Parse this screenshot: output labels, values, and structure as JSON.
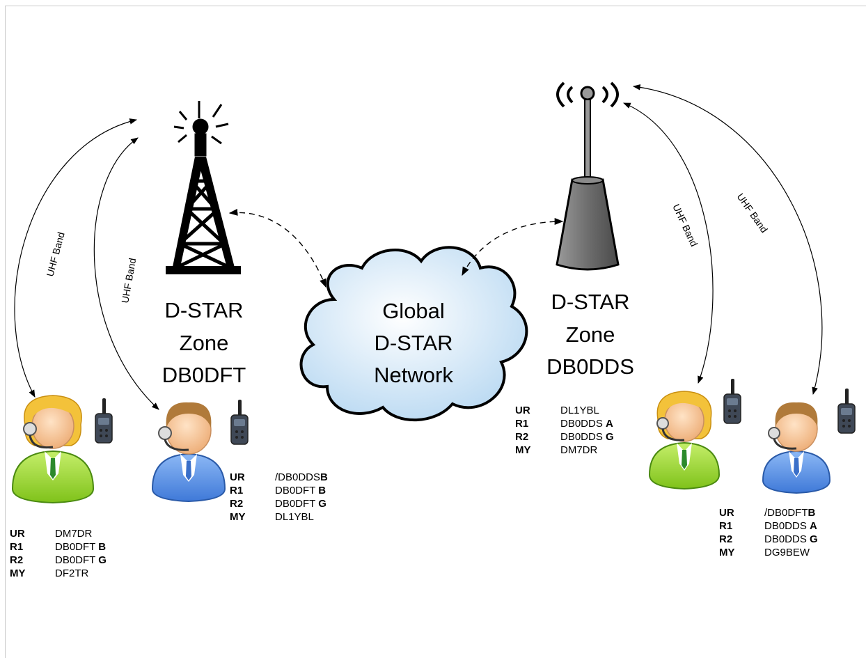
{
  "towers": [
    {
      "line1": "D-STAR",
      "line2": "Zone",
      "line3": "DB0DFT"
    },
    {
      "line1": "D-STAR",
      "line2": "Zone",
      "line3": "DB0DDS"
    }
  ],
  "network": {
    "line1": "Global",
    "line2": "D-STAR",
    "line3": "Network"
  },
  "band_label": "UHF Band",
  "colors": {
    "green_shirt": "#9bd42a",
    "blue_shirt": "#5d95e6",
    "cloud": "#cfe6f7",
    "hair": "#f3c23a",
    "skin": "#f7c79d"
  },
  "users": [
    {
      "rows": [
        {
          "key": "UR",
          "value": "DM7DR",
          "suffix": ""
        },
        {
          "key": "R1",
          "value": "DB0DFT ",
          "suffix": "B"
        },
        {
          "key": "R2",
          "value": "DB0DFT ",
          "suffix": "G"
        },
        {
          "key": "MY",
          "value": "DF2TR",
          "suffix": ""
        }
      ]
    },
    {
      "rows": [
        {
          "key": "UR",
          "value": "/DB0DDS",
          "suffix": "B"
        },
        {
          "key": "R1",
          "value": "DB0DFT ",
          "suffix": "B"
        },
        {
          "key": "R2",
          "value": "DB0DFT ",
          "suffix": "G"
        },
        {
          "key": "MY",
          "value": "DL1YBL",
          "suffix": ""
        }
      ]
    },
    {
      "rows": [
        {
          "key": "UR",
          "value": "DL1YBL",
          "suffix": ""
        },
        {
          "key": "R1",
          "value": "DB0DDS ",
          "suffix": "A"
        },
        {
          "key": "R2",
          "value": "DB0DDS ",
          "suffix": "G"
        },
        {
          "key": "MY",
          "value": "DM7DR",
          "suffix": ""
        }
      ]
    },
    {
      "rows": [
        {
          "key": "UR",
          "value": "/DB0DFT",
          "suffix": "B"
        },
        {
          "key": "R1",
          "value": "DB0DDS ",
          "suffix": "A"
        },
        {
          "key": "R2",
          "value": "DB0DDS ",
          "suffix": "G"
        },
        {
          "key": "MY",
          "value": "DG9BEW",
          "suffix": ""
        }
      ]
    }
  ]
}
